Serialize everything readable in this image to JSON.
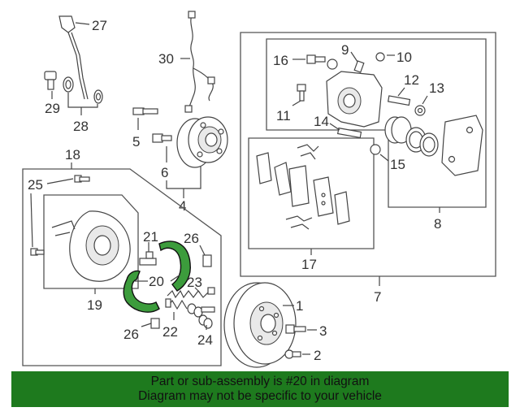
{
  "colors": {
    "highlight": "#3c9c3c",
    "banner_bg": "#1e7a1e",
    "line": "#444444"
  },
  "callouts": {
    "c1": "1",
    "c2": "2",
    "c3": "3",
    "c4": "4",
    "c5": "5",
    "c6": "6",
    "c7": "7",
    "c8": "8",
    "c9": "9",
    "c10": "10",
    "c11": "11",
    "c12": "12",
    "c13": "13",
    "c14": "14",
    "c15": "15",
    "c16": "16",
    "c17": "17",
    "c18": "18",
    "c19": "19",
    "c20": "20",
    "c21": "21",
    "c22": "22",
    "c23": "23",
    "c24": "24",
    "c25": "25",
    "c26a": "26",
    "c26b": "26",
    "c27": "27",
    "c28": "28",
    "c29": "29",
    "c30": "30"
  },
  "highlighted_part": "20",
  "banner": {
    "line1": "Part or sub-assembly is #20 in diagram",
    "line2": "Diagram may not be specific to your vehicle"
  }
}
